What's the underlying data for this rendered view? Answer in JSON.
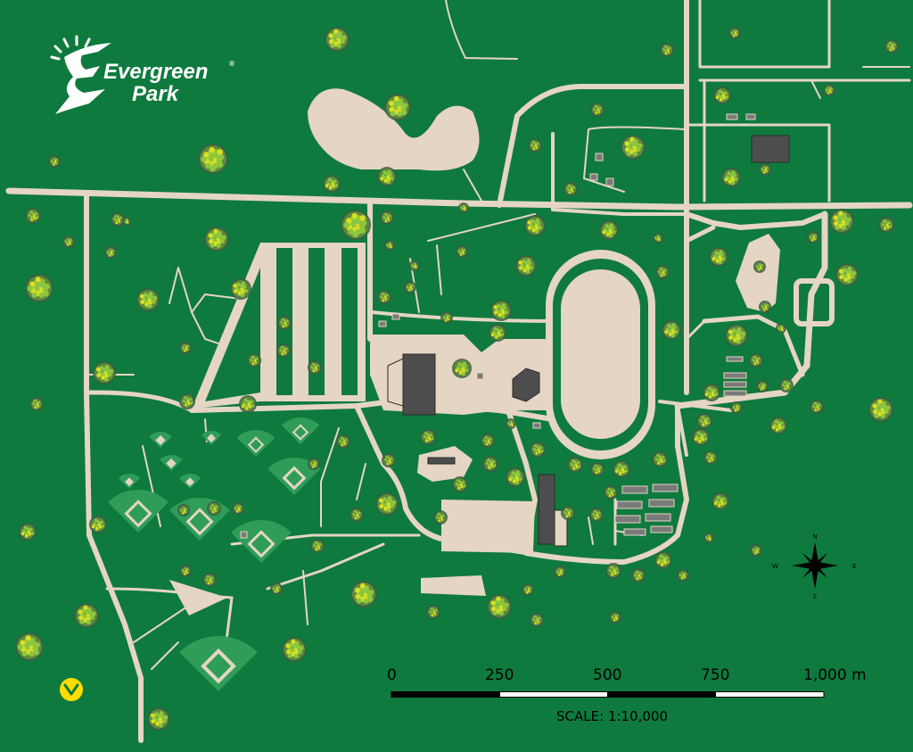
{
  "brand": {
    "name_line1": "Evergreen",
    "name_line2": "Park",
    "registered_mark": "®"
  },
  "colors": {
    "grass": "#0f7a3e",
    "path": "#e5d5c3",
    "field": "#2f9d58",
    "building": "#4d4d4d",
    "tree": "#8dc63f",
    "marker": "#ffdd00"
  },
  "compass": {
    "north": "N",
    "south": "S",
    "east": "E",
    "west": "W"
  },
  "scale_bar": {
    "ticks": [
      "0",
      "250",
      "500",
      "750",
      "1,000 m"
    ],
    "caption": "SCALE: 1:10,000"
  },
  "icons": {
    "location_marker": "chevron-down-icon",
    "compass": "compass-rose-icon"
  }
}
